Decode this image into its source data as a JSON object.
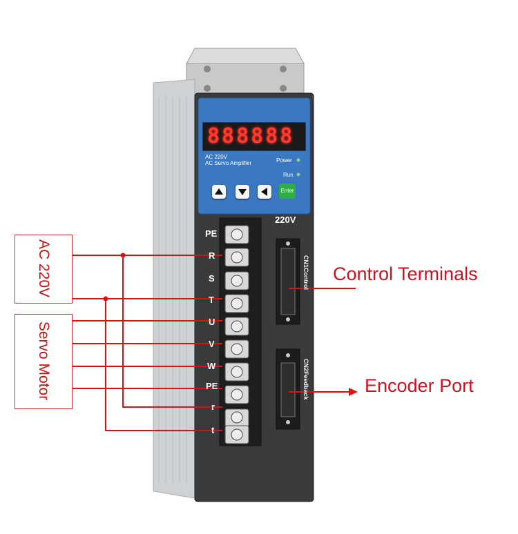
{
  "panel": {
    "display": "888888",
    "line1": "AC 220V",
    "line2": "AC Servo Amplifier",
    "power_label": "Power",
    "run_label": "Run",
    "enter_label": "Enter",
    "model": "220V"
  },
  "terminals": [
    "PE",
    "R",
    "S",
    "T",
    "U",
    "V",
    "W",
    "PE",
    "r",
    "t"
  ],
  "ports": {
    "cn1": "CN1Control",
    "cn2": "CN2Feedback"
  },
  "boxes": {
    "ac": "AC 220V",
    "motor": "Servo Motor"
  },
  "callouts": {
    "control": "Control Terminals",
    "encoder": "Encoder Port"
  },
  "colors": {
    "wire": "#dd1111",
    "panel_blue": "#3a78c2",
    "body": "#3a3a3c"
  }
}
